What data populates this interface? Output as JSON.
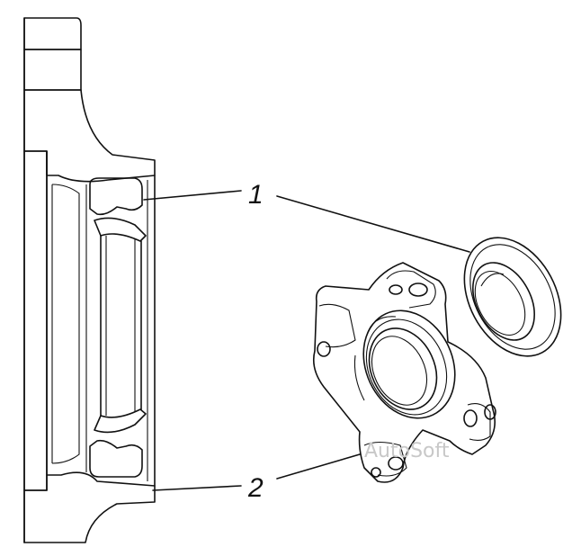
{
  "callouts": [
    {
      "id": "1",
      "label": "1"
    },
    {
      "id": "2",
      "label": "2"
    }
  ],
  "watermark": "AutoSoft",
  "colors": {
    "line": "#111111",
    "background": "#ffffff",
    "watermark": "#c8c8c8"
  }
}
